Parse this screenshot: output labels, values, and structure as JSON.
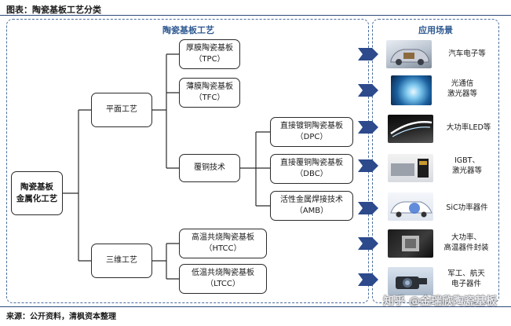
{
  "figure": {
    "title": "图表：陶瓷基板工艺分类",
    "source": "来源：公开资料，清枫资本整理",
    "watermark": "知乎 @金瑞欣陶瓷基板"
  },
  "diagram": {
    "left_panel_title": "陶瓷基板工艺",
    "right_panel_title": "应用场景",
    "root": [
      "陶瓷基板",
      "金属化工艺"
    ],
    "level1": {
      "planar": "平面工艺",
      "three_d": "三维工艺"
    },
    "level2": {
      "tpc": [
        "厚膜陶瓷基板",
        "（TPC）"
      ],
      "tfc": [
        "薄膜陶瓷基板",
        "（TFC）"
      ],
      "copper_clad": "覆铜技术",
      "htcc": [
        "高温共烧陶瓷基板",
        "（HTCC）"
      ],
      "ltcc": [
        "低温共烧陶瓷基板",
        "（LTCC）"
      ]
    },
    "level3": {
      "dpc": [
        "直接镀铜陶瓷基板",
        "（DPC）"
      ],
      "dbc": [
        "直接覆铜陶瓷基板",
        "（DBC）"
      ],
      "amb": [
        "活性金属焊接技术",
        "（AMB）"
      ]
    },
    "applications": [
      {
        "label": [
          "汽车电子等"
        ],
        "icon": "car-engine-image"
      },
      {
        "label": [
          "光通信",
          "激光器等"
        ],
        "icon": "optical-fiber-image"
      },
      {
        "label": [
          "大功率LED等"
        ],
        "icon": "led-headlight-image"
      },
      {
        "label": [
          "IGBT、",
          "激光器等"
        ],
        "icon": "igbt-module-image"
      },
      {
        "label": [
          "SiC功率器件"
        ],
        "icon": "ev-car-image"
      },
      {
        "label": [
          "大功率、",
          "高温器件封装"
        ],
        "icon": "circuit-board-image"
      },
      {
        "label": [
          "军工、航天",
          "电子器件"
        ],
        "icon": "camera-aerospace-image"
      }
    ],
    "colors": {
      "arrow": "#2c4a8c",
      "panel_border": "#4a6e9e",
      "panel_title": "#2f5a92",
      "rule": "#2d4a7a"
    }
  }
}
